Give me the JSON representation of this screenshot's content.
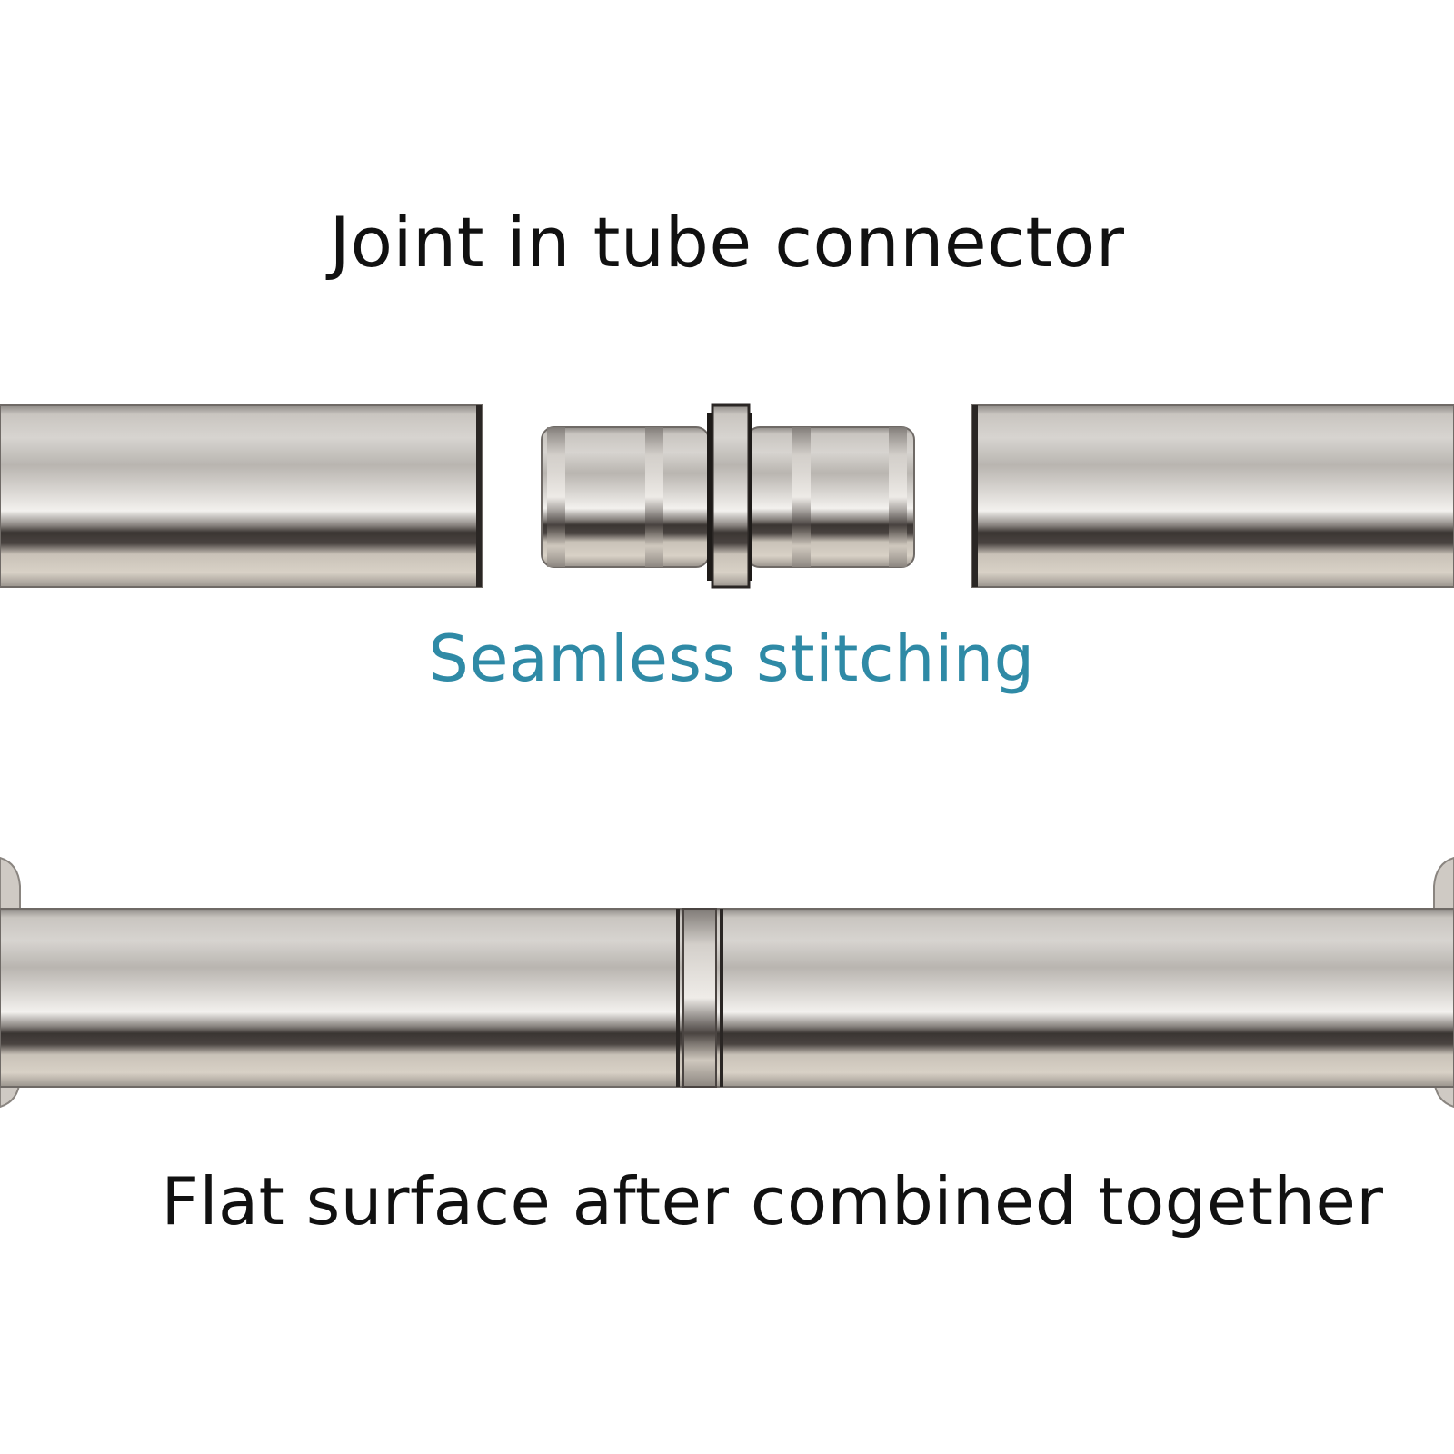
{
  "captions": {
    "top": "Joint in tube connector",
    "middle": "Seamless stitching",
    "bottom": "Flat surface after combined together"
  },
  "colors": {
    "background": "#ffffff",
    "caption_text": "#111111",
    "accent_caption": "#2f8aa6",
    "metal_light": "#e6e3df",
    "metal_mid": "#bdb8b2",
    "metal_dark": "#55504c"
  }
}
